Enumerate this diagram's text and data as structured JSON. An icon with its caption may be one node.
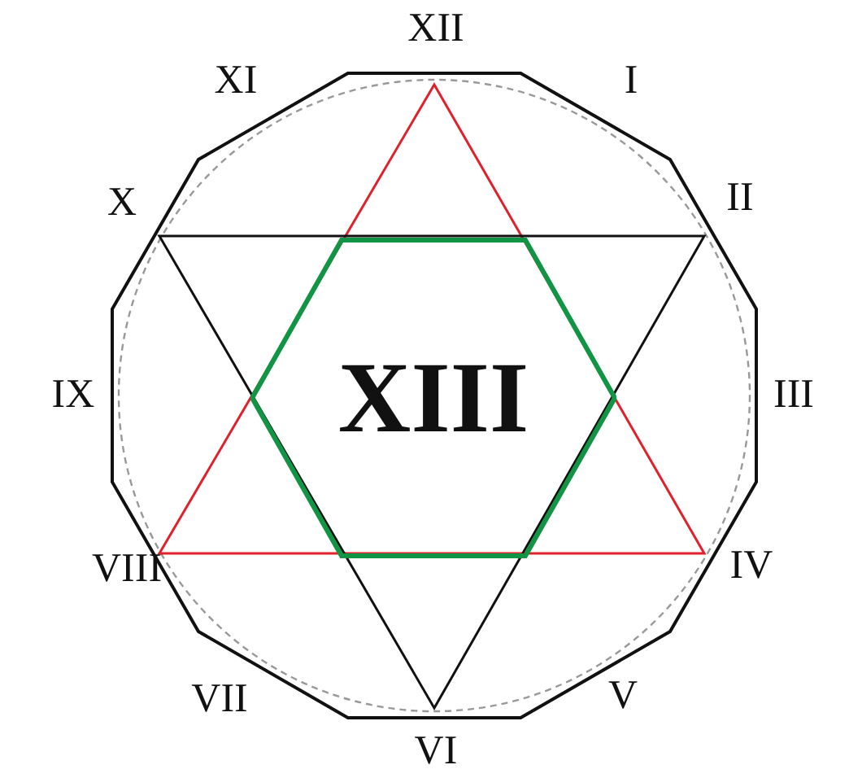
{
  "diagram": {
    "nodes": [
      {
        "text": [
          "XIII"
        ]
      }
    ],
    "labels": [
      "XII",
      "XI",
      "I",
      "X",
      "II",
      "IX",
      "III",
      "VIII",
      "IV",
      "VII",
      "V",
      "VI"
    ]
  }
}
